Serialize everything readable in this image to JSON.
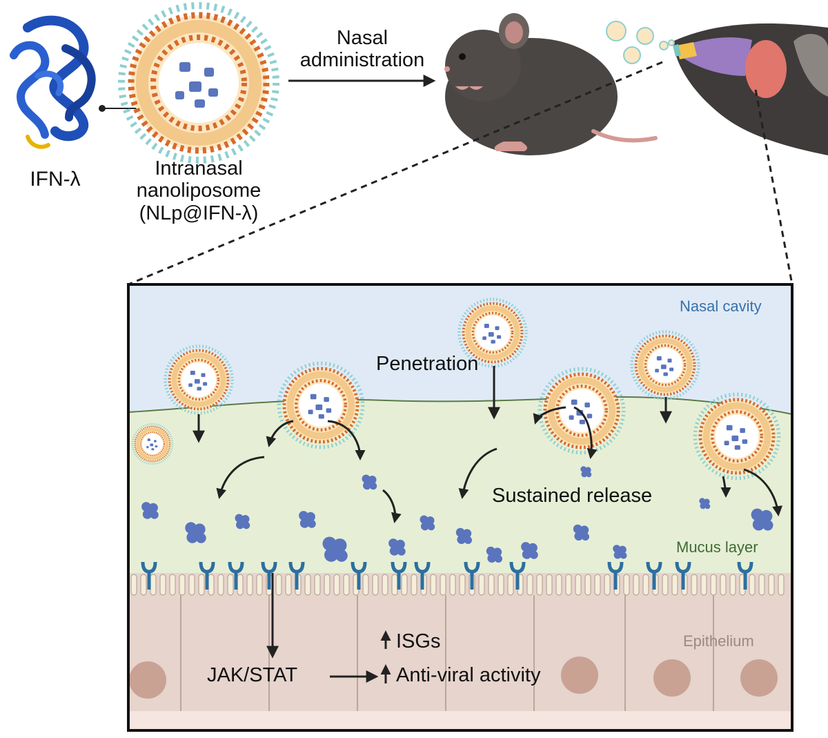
{
  "labels": {
    "ifn": "IFN-λ",
    "nanoliposome_line1": "Intranasal",
    "nanoliposome_line2": "nanoliposome",
    "nanoliposome_line3": "(NLp@IFN-λ)",
    "nasal_line1": "Nasal",
    "nasal_line2": "administration",
    "nasal_cavity": "Nasal cavity",
    "mucus_layer": "Mucus layer",
    "epithelium": "Epithelium",
    "penetration": "Penetration",
    "sustained_release": "Sustained release",
    "jak_stat": "JAK/STAT",
    "isgs": "ISGs",
    "antiviral": "Anti-viral activity"
  },
  "colors": {
    "nasal_cavity_bg": "#dfeaf6",
    "mucus_bg": "#e6efd5",
    "epithelium_bg": "#e6d4cd",
    "nucleus": "#c9a294",
    "protein": "#5a74bd",
    "liposome_outer": "#d66a2a",
    "liposome_inner": "#f2c98a",
    "peg": "#8fcfd0",
    "mouse": "#4a4644",
    "receptor": "#2c6fa0"
  }
}
